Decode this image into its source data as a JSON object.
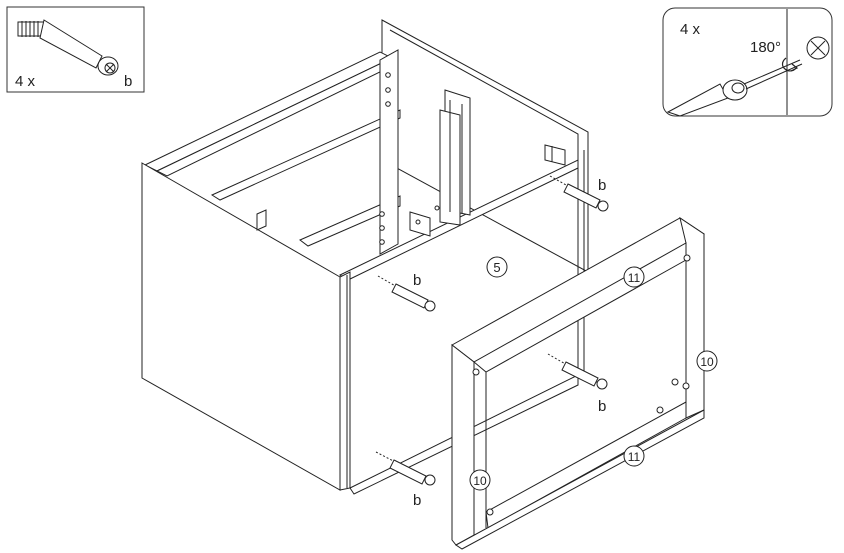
{
  "inset_left": {
    "quantity": "4 x",
    "part_letter": "b"
  },
  "inset_right": {
    "quantity": "4 x",
    "rotation": "180°"
  },
  "callouts": {
    "b_top_right": "b",
    "b_center": "b",
    "b_mid_right": "b",
    "b_bottom": "b"
  },
  "part_numbers": {
    "cabinet": "5",
    "frame_top": "11",
    "frame_bottom": "11",
    "frame_right": "10",
    "frame_left": "10"
  },
  "colors": {
    "line": "#222222",
    "fill": "#ffffff",
    "inset_border": "#333333"
  }
}
